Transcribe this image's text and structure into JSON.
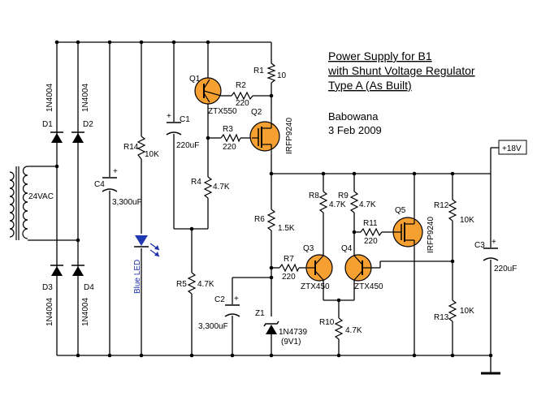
{
  "title": {
    "line1": "Power Supply for B1",
    "line2": "with Shunt Voltage Regulator",
    "line3": "Type A (As Built)"
  },
  "author": "Babowana",
  "date": "3 Feb 2009",
  "supply_label": "+18V",
  "transformer": {
    "label": "24VAC"
  },
  "diodes": {
    "d1": {
      "ref": "D1",
      "part": "1N4004"
    },
    "d2": {
      "ref": "D2",
      "part": "1N4004"
    },
    "d3": {
      "ref": "D3",
      "part": "1N4004"
    },
    "d4": {
      "ref": "D4",
      "part": "1N4004"
    },
    "z1": {
      "ref": "Z1",
      "part": "1N4739",
      "voltage": "(9V1)"
    },
    "led": {
      "part": "Blue LED"
    }
  },
  "capacitors": {
    "c1": {
      "ref": "C1",
      "value": "220uF"
    },
    "c2": {
      "ref": "C2",
      "value": "3,300uF"
    },
    "c3": {
      "ref": "C3",
      "value": "220uF"
    },
    "c4": {
      "ref": "C4",
      "value": "3,300uF"
    }
  },
  "resistors": {
    "r1": {
      "ref": "R1",
      "value": "10"
    },
    "r2": {
      "ref": "R2",
      "value": "220"
    },
    "r3": {
      "ref": "R3",
      "value": "220"
    },
    "r4": {
      "ref": "R4",
      "value": "4.7K"
    },
    "r5": {
      "ref": "R5",
      "value": "4.7K"
    },
    "r6": {
      "ref": "R6",
      "value": "1.5K"
    },
    "r7": {
      "ref": "R7",
      "value": "220"
    },
    "r8": {
      "ref": "R8",
      "value": "4.7K"
    },
    "r9": {
      "ref": "R9",
      "value": "4.7K"
    },
    "r10": {
      "ref": "R10",
      "value": "4.7K"
    },
    "r11": {
      "ref": "R11",
      "value": "220"
    },
    "r12": {
      "ref": "R12",
      "value": "10K"
    },
    "r13": {
      "ref": "R13",
      "value": "10K"
    },
    "r14": {
      "ref": "R14",
      "value": "10K"
    }
  },
  "transistors": {
    "q1": {
      "ref": "Q1",
      "part": "ZTX550"
    },
    "q2": {
      "ref": "Q2",
      "part": "IRFP9240"
    },
    "q3": {
      "ref": "Q3",
      "part": "ZTX450"
    },
    "q4": {
      "ref": "Q4",
      "part": "ZTX450"
    },
    "q5": {
      "ref": "Q5",
      "part": "IRFP9240"
    }
  },
  "colors": {
    "wire": "#000000",
    "transistor_fill": "#f5a030",
    "led_fill": "#2038b0",
    "label_blue": "#1a2ea8"
  }
}
